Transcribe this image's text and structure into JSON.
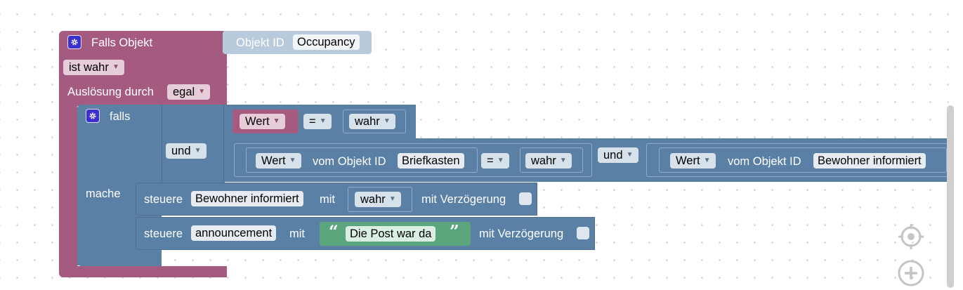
{
  "event_block": {
    "title": "Falls Objekt",
    "condition_value": "ist wahr",
    "trigger_label": "Auslösung durch",
    "trigger_value": "egal",
    "object_id_label": "Objekt ID",
    "object_id_value": "Occupancy"
  },
  "if_block": {
    "falls_label": "falls",
    "mache_label": "mache",
    "and_label": "und"
  },
  "condition1": {
    "value_dropdown": "Wert",
    "operator": "=",
    "compare_value": "wahr"
  },
  "condition2": {
    "value_dropdown": "Wert",
    "of_object_label": "vom Objekt ID",
    "object_id": "Briefkasten",
    "operator": "=",
    "compare_value": "wahr",
    "and_label": "und"
  },
  "condition3": {
    "value_dropdown": "Wert",
    "of_object_label": "vom Objekt ID",
    "object_id": "Bewohner informiert",
    "operator": "="
  },
  "action1": {
    "steuere_label": "steuere",
    "object": "Bewohner informiert",
    "with_label": "mit",
    "value": "wahr",
    "delay_label": "mit Verzögerung"
  },
  "action2": {
    "steuere_label": "steuere",
    "object": "announcement",
    "with_label": "mit",
    "open_quote": "“",
    "text": "Die Post war da",
    "close_quote": "”",
    "delay_label": "mit Verzögerung"
  },
  "icons": {
    "gear": "gear-icon",
    "dropdown": "chevron-down-icon",
    "center": "target-icon",
    "zoom_in": "zoom-in-icon"
  },
  "colors": {
    "event": "#a55b80",
    "logic": "#5b80a5",
    "text": "#5ba57c",
    "object_id": "#b8cbdd"
  }
}
